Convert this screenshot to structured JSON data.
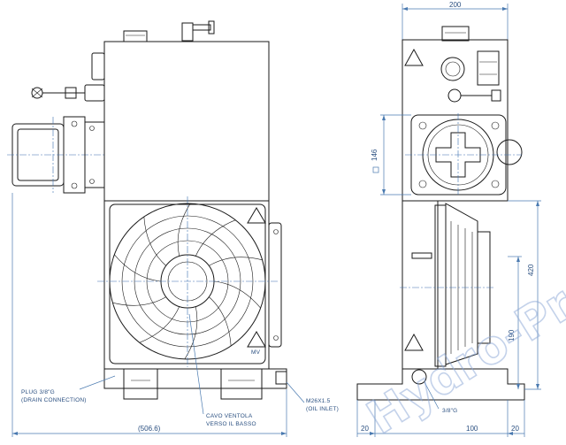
{
  "dimensions": {
    "width_top": "200",
    "square_plate": "146",
    "height_total": "420",
    "height_lower": "190",
    "base_left": "20",
    "base_center": "100",
    "base_right": "20",
    "overall_length": "(506.6)"
  },
  "notes": {
    "plug_line1": "PLUG 3/8\"G",
    "plug_line2": "(DRAIN CONNECTION)",
    "fan_line1": "CAVO VENTOLA",
    "fan_line2": "VERSO IL BASSO",
    "inlet_line1": "M26X1.5",
    "inlet_line2": "(OIL INLET)",
    "port_label": "3/8\"G"
  },
  "labels": {
    "plate_mark": "MV"
  },
  "watermark": "Hydro-Pro",
  "colors": {
    "line": "#1a1a1a",
    "dimension": "#4a7ab0",
    "watermark": "#8aa6d6"
  }
}
